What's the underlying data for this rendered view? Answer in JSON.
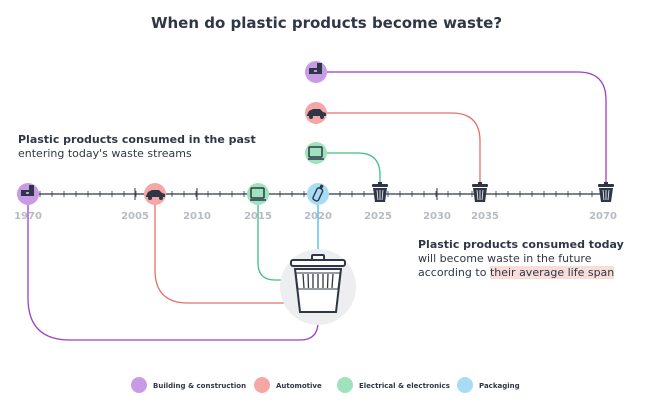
{
  "title": "When do plastic products become waste?",
  "left_note": {
    "heading": "Plastic products consumed in the past",
    "text": "entering today's waste streams"
  },
  "right_note": {
    "heading": "Plastic products consumed today",
    "line1": "will become waste in the future",
    "line2_prefix": "according to ",
    "line2_highlight": "their average life span"
  },
  "years": [
    "1970",
    "2005",
    "2010",
    "2015",
    "2020",
    "2025",
    "2030",
    "2035",
    "2070"
  ],
  "legend": [
    {
      "label": "Building & construction",
      "color": "#c99be6"
    },
    {
      "label": "Automotive",
      "color": "#f4a7a4"
    },
    {
      "label": "Electrical & electronics",
      "color": "#9ee2be"
    },
    {
      "label": "Packaging",
      "color": "#a6dcf4"
    }
  ],
  "colors": {
    "building": "#9b3fc9",
    "automotive": "#e2726b",
    "electrical": "#3cbf86",
    "packaging": "#4bb8e6",
    "text": "#2f3747",
    "axis": "#2f3747"
  }
}
